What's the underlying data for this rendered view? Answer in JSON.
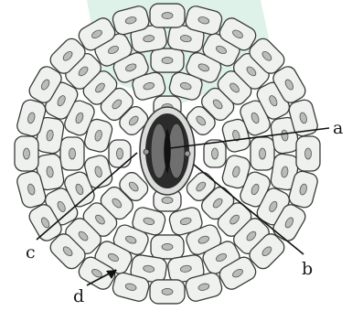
{
  "colors": {
    "background": "#ffffff",
    "watermark": "#d8f0e6",
    "cell_fill": "#eef1ee",
    "cell_stroke": "#3a3a3a",
    "nucleus": "#b9bdb9",
    "stoma_dark": "#2b2b2b",
    "guard_cell": "#6f6f6f",
    "pointer": "#111111"
  },
  "labels": {
    "a": "a",
    "b": "b",
    "c": "c",
    "d": "d"
  }
}
